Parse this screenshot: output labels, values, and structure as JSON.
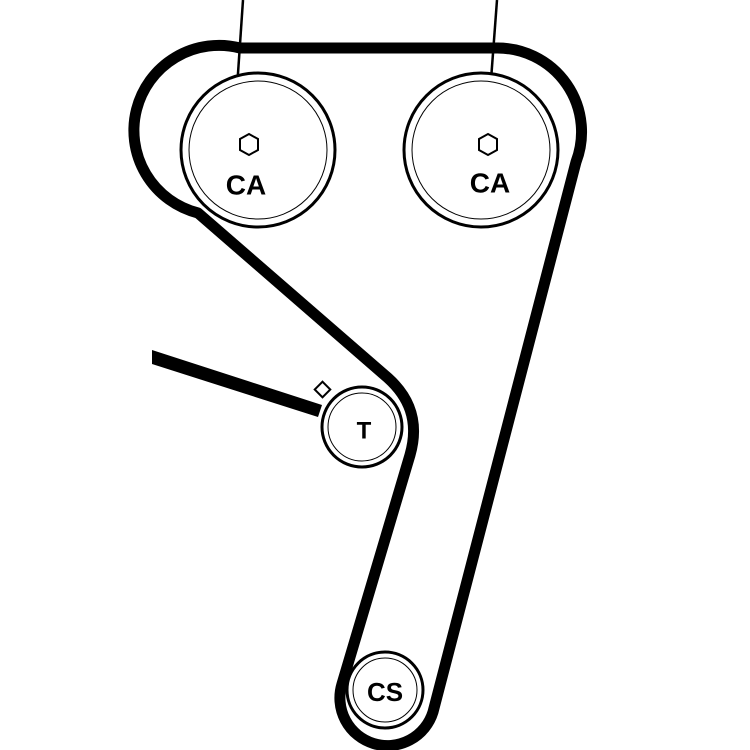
{
  "diagram": {
    "pulleys": {
      "camshaft_left": {
        "label": "CA"
      },
      "camshaft_right": {
        "label": "CA"
      },
      "tensioner": {
        "label": "T"
      },
      "crankshaft": {
        "label": "CS"
      }
    },
    "colors": {
      "line": "#000000",
      "background": "#ffffff"
    },
    "icons": {
      "camshaft_marker": "hexagon-icon",
      "tensioner_adjuster": "square-icon"
    }
  }
}
